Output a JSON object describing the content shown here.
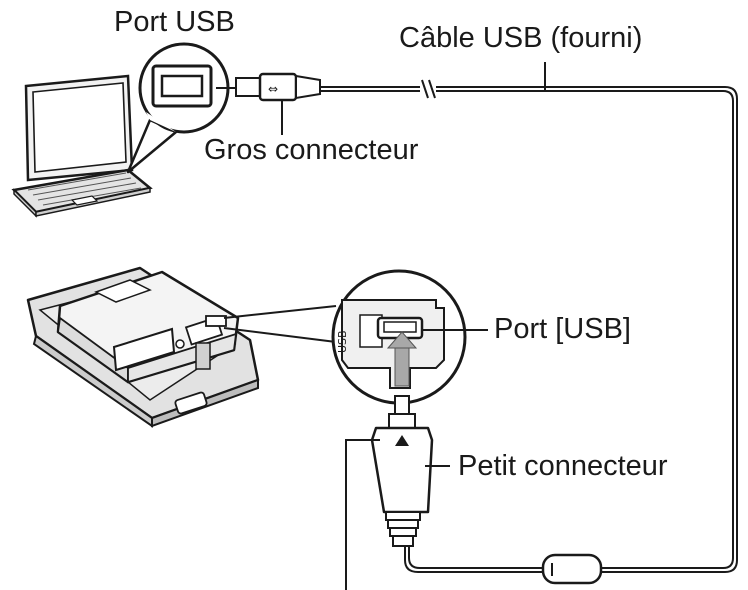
{
  "labels": {
    "port_usb_computer": "Port USB",
    "usb_cable": "Câble USB (fourni)",
    "large_connector": "Gros connecteur",
    "port_usb_camera": "Port [USB]",
    "small_connector": "Petit connecteur"
  },
  "colors": {
    "line": "#1a1a1a",
    "cable": "#555555",
    "device_fill": "#e6e6e6",
    "background": "#ffffff"
  }
}
